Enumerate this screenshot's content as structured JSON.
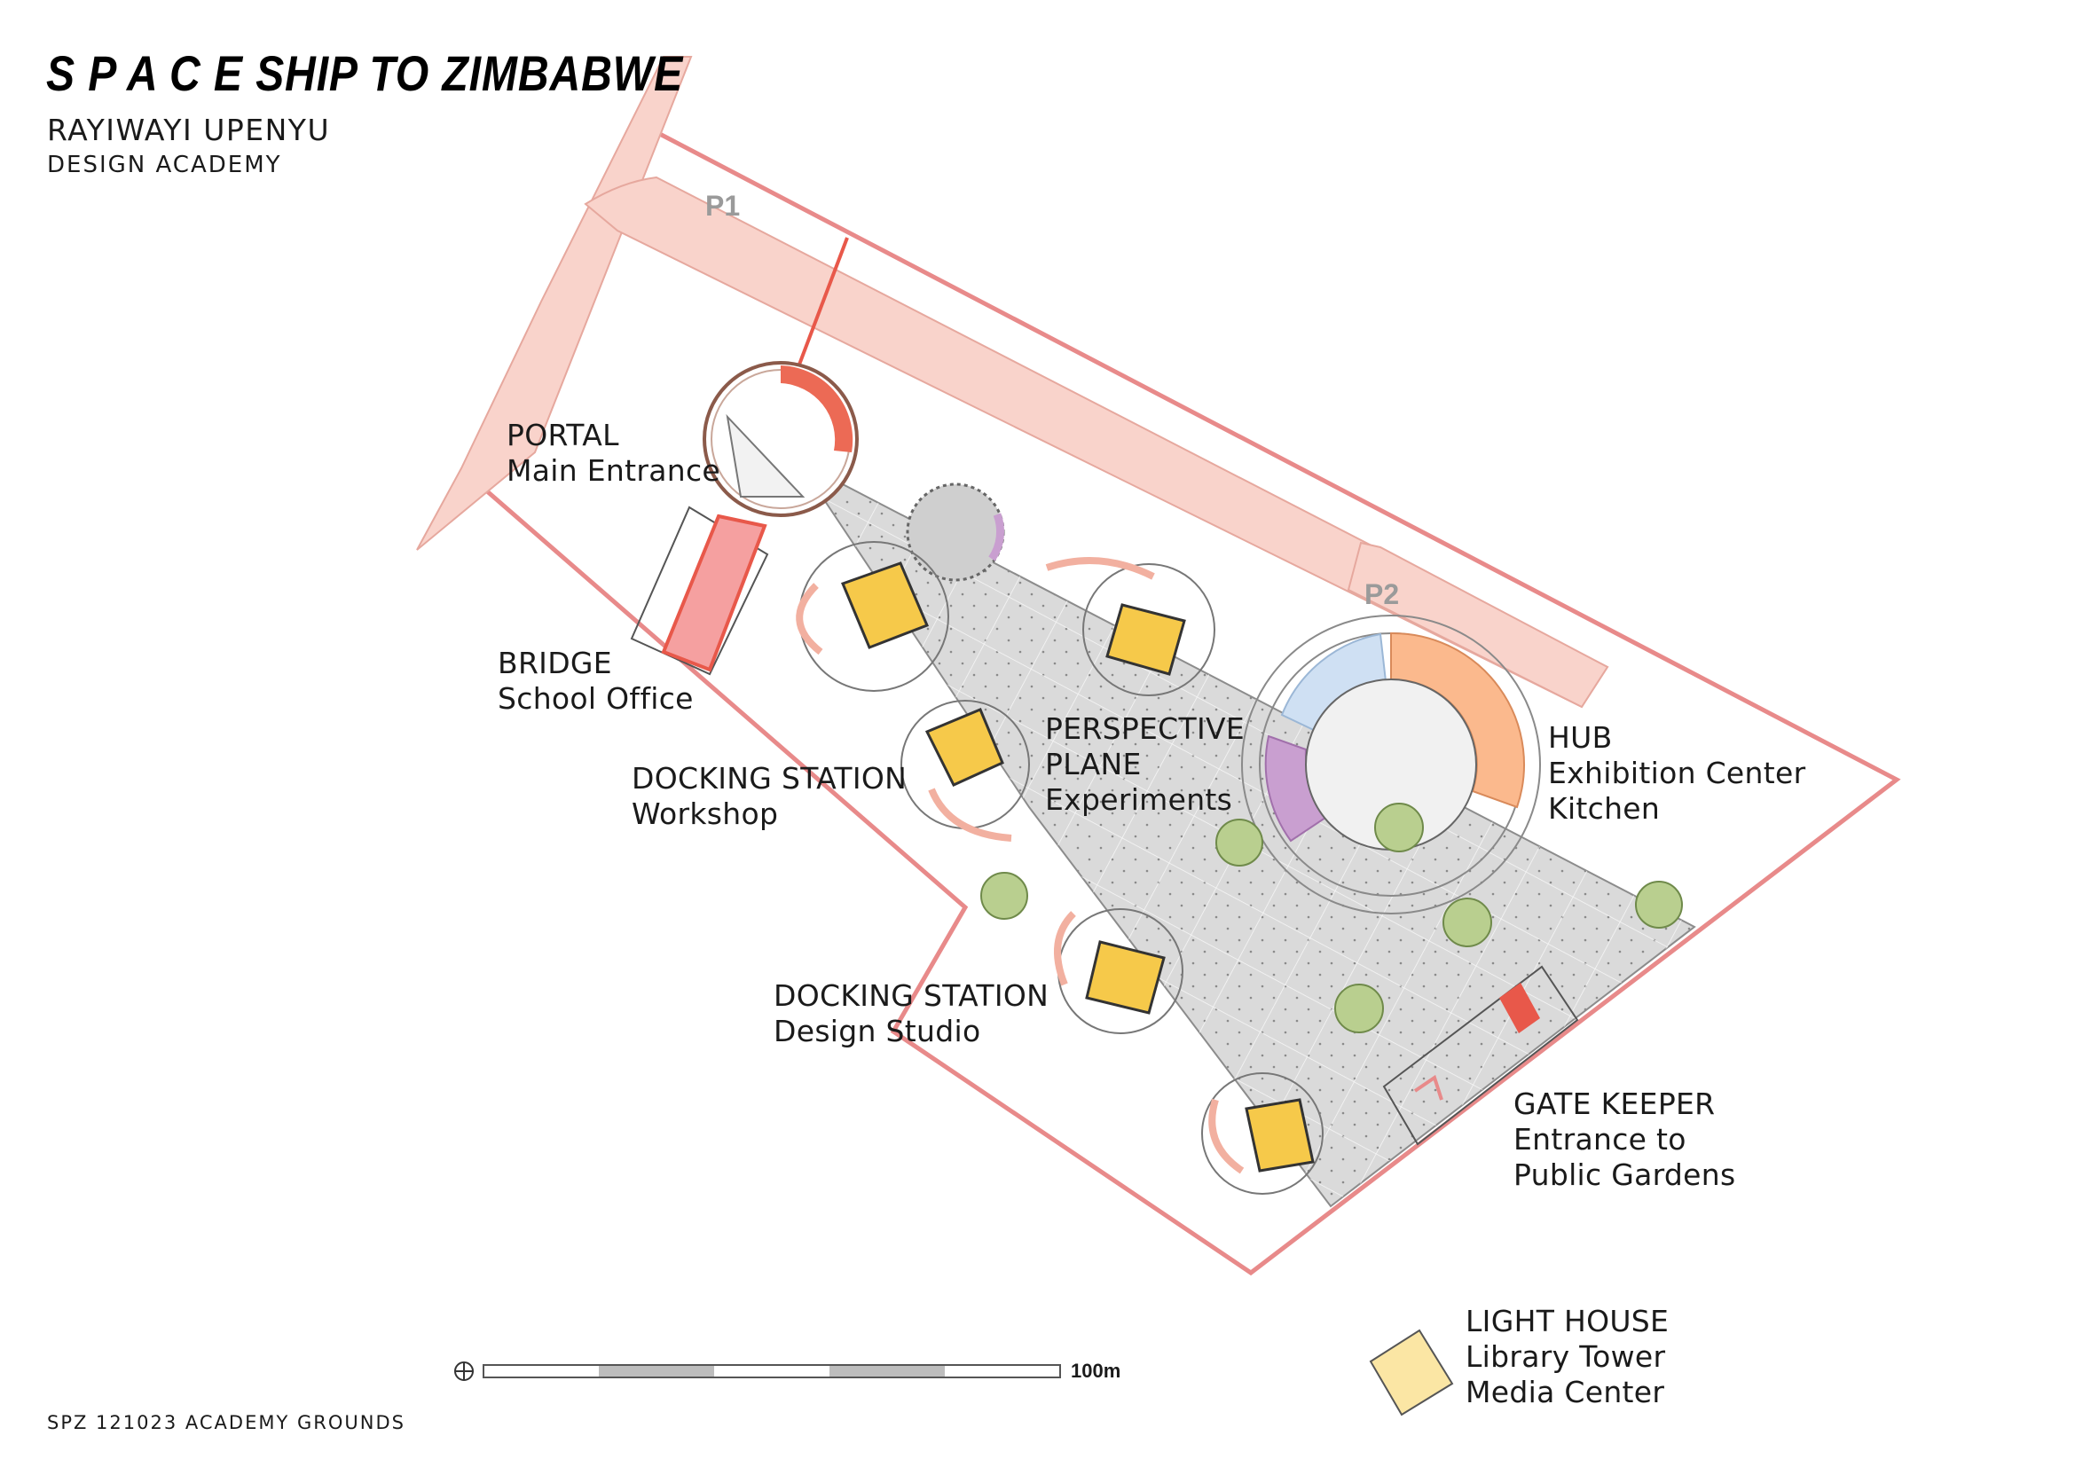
{
  "header": {
    "title": "S P A C E SHIP TO ZIMBABWE",
    "subtitle": "RAYIWAYI UPENYU",
    "subtitle2": "DESIGN ACADEMY"
  },
  "footer": {
    "sheet": "SPZ 121023 ACADEMY GROUNDS"
  },
  "parking": {
    "p1": "P1",
    "p2": "P2"
  },
  "labels": {
    "portal": {
      "name": "PORTAL",
      "desc": "Main Entrance"
    },
    "bridge": {
      "name": "BRIDGE",
      "desc": "School Office"
    },
    "docking_workshop": {
      "name": "DOCKING STATION",
      "desc": "Workshop"
    },
    "perspective": {
      "name": "PERSPECTIVE",
      "name2": "PLANE",
      "desc": "Experiments"
    },
    "hub": {
      "name": "HUB",
      "desc": "Exhibition Center",
      "desc2": "Kitchen"
    },
    "docking_studio": {
      "name": "DOCKING STATION",
      "desc": "Design Studio"
    },
    "gatekeeper": {
      "name": "GATE KEEPER",
      "desc": "Entrance to",
      "desc2": "Public Gardens"
    }
  },
  "legend": {
    "name": "LIGHT HOUSE",
    "desc": "Library Tower",
    "desc2": "Media Center"
  },
  "scale": {
    "label": "100m"
  },
  "colors": {
    "boundary": "#e88a8a",
    "road": "#f9d3cb",
    "lighthouse": "#f6c94a",
    "accent_red": "#e8584a",
    "plane": "#dcdcdc",
    "tree": "#b9cf8f",
    "hub_blue": "#cfe0f3",
    "hub_orange": "#fbb98d",
    "hub_purple": "#c99fd0"
  }
}
